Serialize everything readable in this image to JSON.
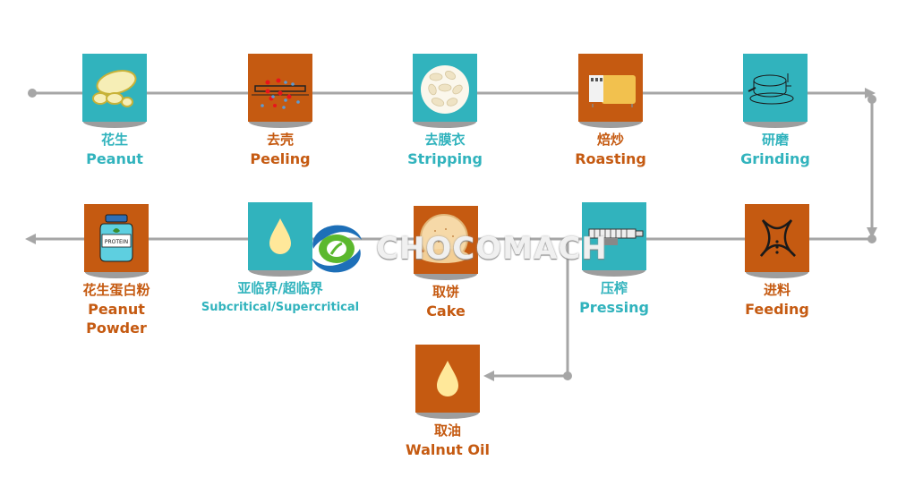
{
  "diagram": {
    "type": "process-flow",
    "colors": {
      "teal": "#31b3bd",
      "orange": "#c55a11",
      "line": "#a6a6a6"
    },
    "steps": [
      {
        "id": "peanut",
        "zh": "花生",
        "en": "Peanut",
        "color": "teal",
        "icon": "peanuts-icon"
      },
      {
        "id": "peeling",
        "zh": "去壳",
        "en": "Peeling",
        "color": "orange",
        "icon": "peeling-machine-icon"
      },
      {
        "id": "stripping",
        "zh": "去膜衣",
        "en": "Stripping",
        "color": "teal",
        "icon": "peeled-kernels-icon"
      },
      {
        "id": "roasting",
        "zh": "焙炒",
        "en": "Roasting",
        "color": "orange",
        "icon": "roaster-icon"
      },
      {
        "id": "grinding",
        "zh": "研磨",
        "en": "Grinding",
        "color": "teal",
        "icon": "grinder-icon"
      },
      {
        "id": "feeding",
        "zh": "进料",
        "en": "Feeding",
        "color": "orange",
        "icon": "feeding-icon"
      },
      {
        "id": "pressing",
        "zh": "压榨",
        "en": "Pressing",
        "color": "teal",
        "icon": "press-machine-icon"
      },
      {
        "id": "cake",
        "zh": "取饼",
        "en": "Cake",
        "color": "orange",
        "icon": "cake-icon"
      },
      {
        "id": "supercritical",
        "zh": "亚临界/超临界",
        "en": "Subcritical/Supercritical",
        "color": "teal",
        "icon": "oil-drop-icon"
      },
      {
        "id": "powder",
        "zh": "花生蛋白粉",
        "en": "Peanut",
        "en2": "Powder",
        "color": "orange",
        "icon": "protein-jar-icon"
      },
      {
        "id": "oil",
        "zh": "取油",
        "en": "Walnut Oil",
        "color": "orange",
        "icon": "oil-drop-icon"
      }
    ],
    "jar_label": "PROTEIN",
    "watermark": "CHOCOMACH"
  }
}
